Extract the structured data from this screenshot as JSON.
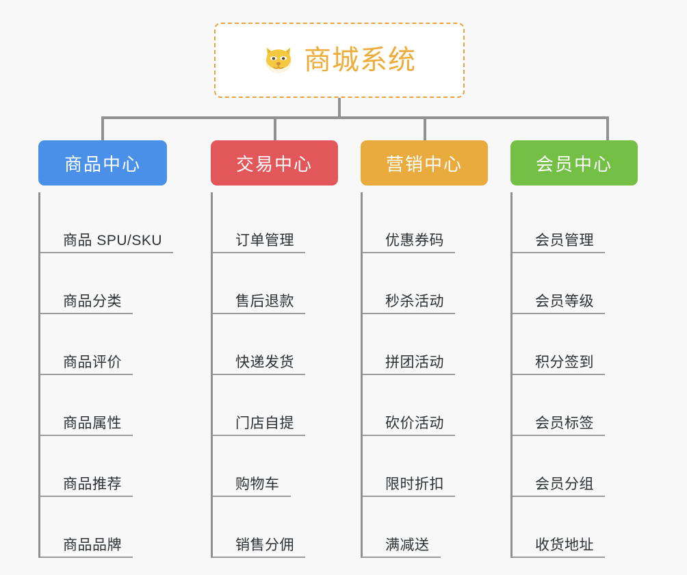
{
  "root": {
    "title": "商城系统",
    "icon": "shiba-dog-face-icon",
    "border_color": "#e8a33d",
    "text_color": "#eeac3a",
    "background": "#ffffff"
  },
  "canvas": {
    "background": "#f8f8f8",
    "connector_color": "#909090"
  },
  "branches": [
    {
      "label": "商品中心",
      "color": "#4a90e8",
      "items": [
        "商品 SPU/SKU",
        "商品分类",
        "商品评价",
        "商品属性",
        "商品推荐",
        "商品品牌"
      ]
    },
    {
      "label": "交易中心",
      "color": "#e2585a",
      "items": [
        "订单管理",
        "售后退款",
        "快递发货",
        "门店自提",
        "购物车",
        "销售分佣"
      ]
    },
    {
      "label": "营销中心",
      "color": "#eaab3e",
      "items": [
        "优惠券码",
        "秒杀活动",
        "拼团活动",
        "砍价活动",
        "限时折扣",
        "满减送"
      ]
    },
    {
      "label": "会员中心",
      "color": "#74bf46",
      "items": [
        "会员管理",
        "会员等级",
        "积分签到",
        "会员标签",
        "会员分组",
        "收货地址"
      ]
    }
  ]
}
